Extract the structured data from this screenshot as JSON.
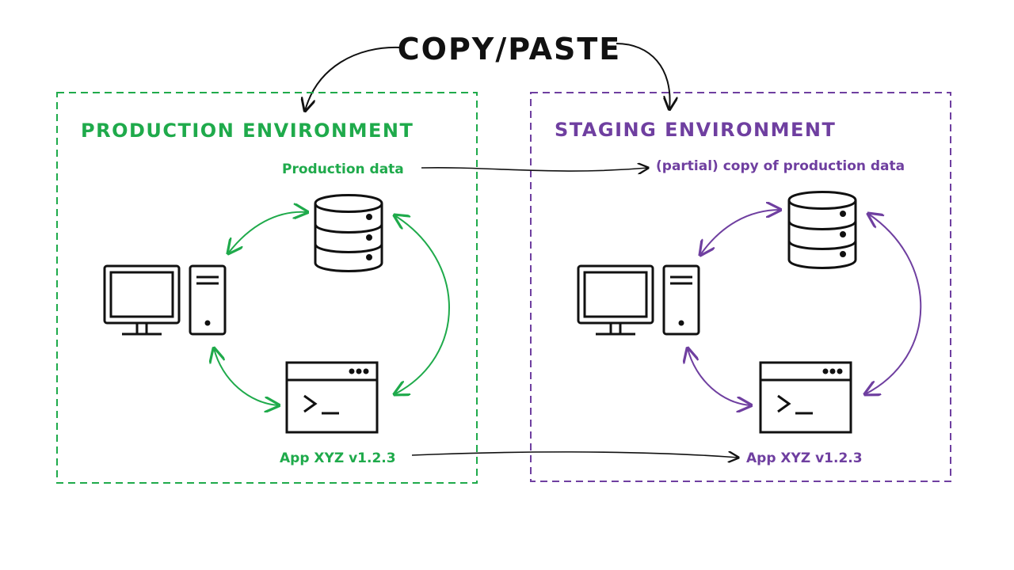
{
  "title": "COPY/PASTE",
  "production": {
    "heading": "PRODUCTION ENVIRONMENT",
    "data_label": "Production data",
    "app_label": "App XYZ v1.2.3"
  },
  "staging": {
    "heading": "STAGING ENVIRONMENT",
    "data_label": "(partial) copy of production data",
    "app_label": "App XYZ v1.2.3"
  },
  "colors": {
    "production": "#1faa4b",
    "staging": "#6f3fa0",
    "ink": "#111111"
  },
  "icons": [
    "computer-icon",
    "database-icon",
    "terminal-window-icon"
  ]
}
